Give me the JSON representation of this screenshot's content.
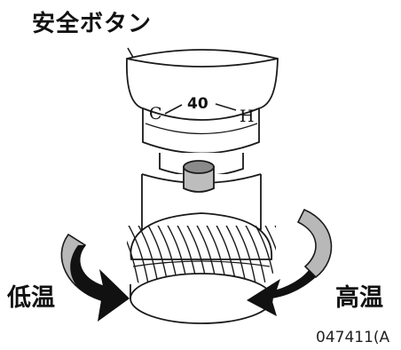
{
  "labels": {
    "safety_button": "安全ボタン",
    "low_temp": "低温",
    "high_temp": "高温",
    "figure_code": "047411(A"
  },
  "dial": {
    "left_mark": "C",
    "center_value": "40",
    "right_mark": "H"
  },
  "colors": {
    "line": "#1a1a1a",
    "arrow_tail": "#b8b8b8",
    "arrow_head": "#111111",
    "background": "#ffffff"
  }
}
